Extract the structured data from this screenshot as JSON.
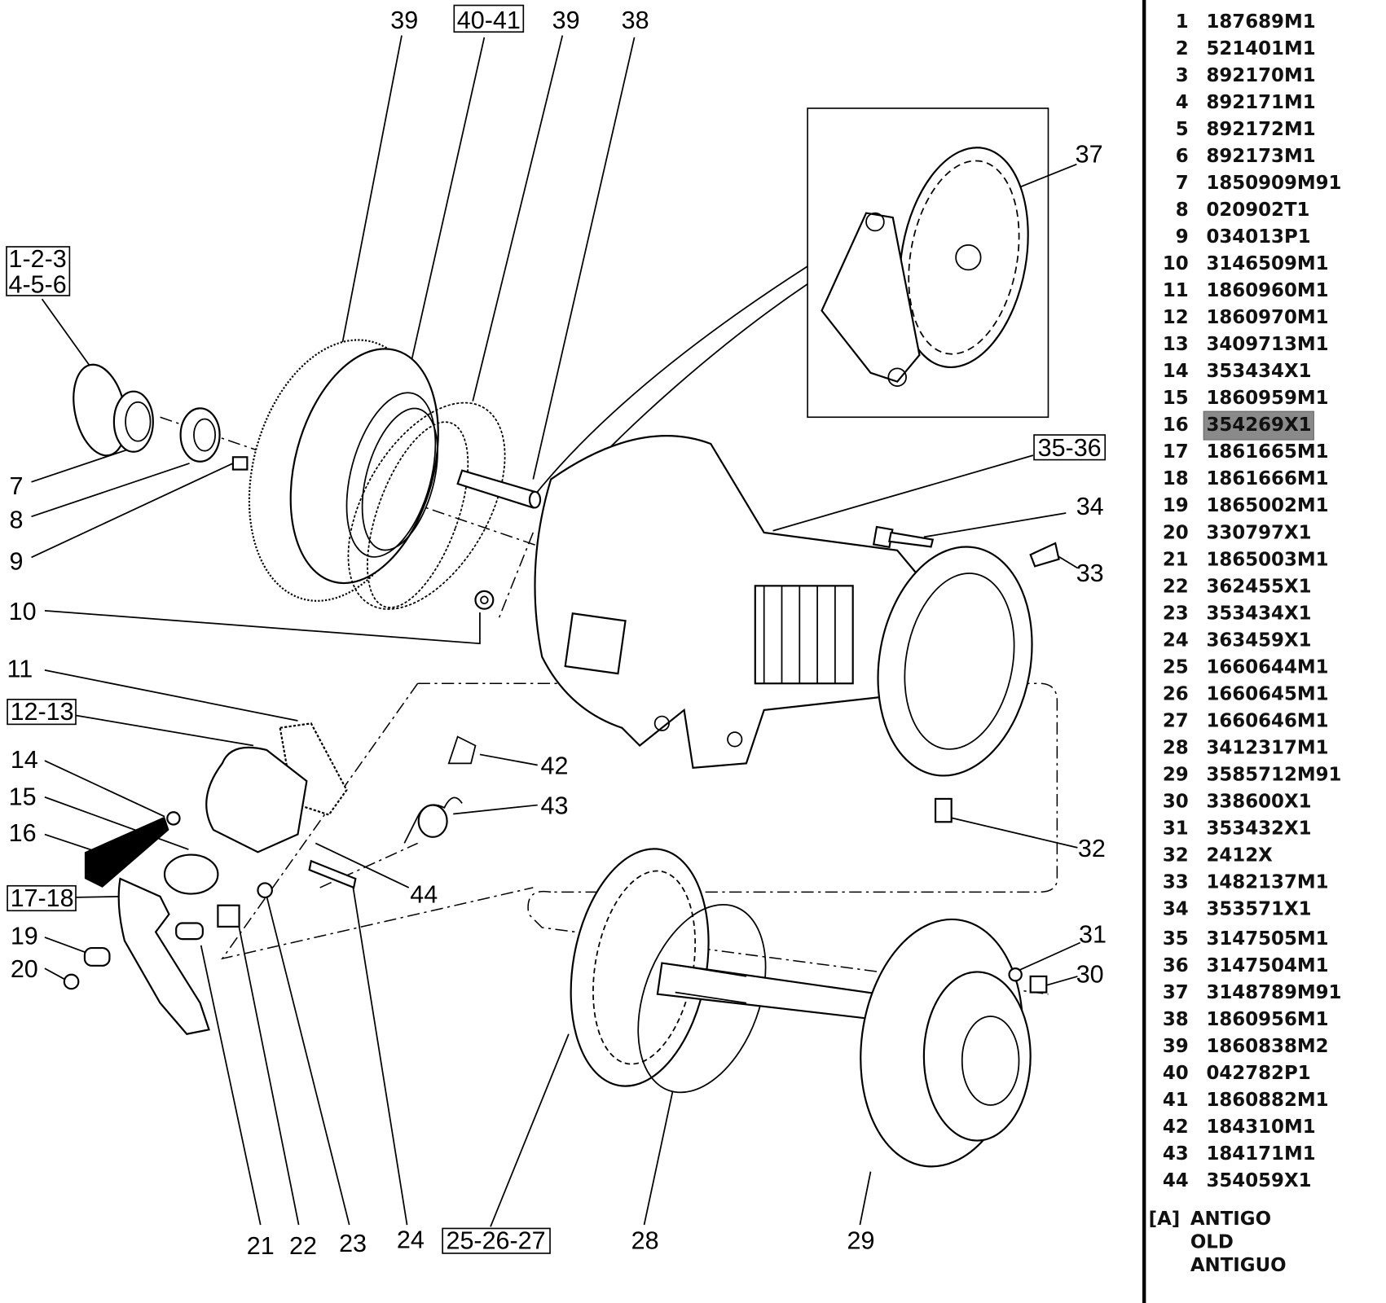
{
  "callouts": {
    "c39a": "39",
    "c40_41": "40-41",
    "c39b": "39",
    "c38": "38",
    "c37": "37",
    "c1_6a": "1-2-3",
    "c1_6b": "4-5-6",
    "c35_36": "35-36",
    "c34": "34",
    "c33": "33",
    "c7": "7",
    "c8": "8",
    "c9": "9",
    "c10": "10",
    "c11": "11",
    "c12_13": "12-13",
    "c14": "14",
    "c15": "15",
    "c16": "16",
    "c17_18": "17-18",
    "c19": "19",
    "c20": "20",
    "c42": "42",
    "c43": "43",
    "c44": "44",
    "c32": "32",
    "c31": "31",
    "c30": "30",
    "c21": "21",
    "c22": "22",
    "c23": "23",
    "c24": "24",
    "c25_27": "25-26-27",
    "c28": "28",
    "c29": "29"
  },
  "parts_list": [
    {
      "ref": "1",
      "part": "187689M1"
    },
    {
      "ref": "2",
      "part": "521401M1"
    },
    {
      "ref": "3",
      "part": "892170M1"
    },
    {
      "ref": "4",
      "part": "892171M1"
    },
    {
      "ref": "5",
      "part": "892172M1"
    },
    {
      "ref": "6",
      "part": "892173M1"
    },
    {
      "ref": "7",
      "part": "1850909M91"
    },
    {
      "ref": "8",
      "part": "020902T1"
    },
    {
      "ref": "9",
      "part": "034013P1"
    },
    {
      "ref": "10",
      "part": "3146509M1"
    },
    {
      "ref": "11",
      "part": "1860960M1"
    },
    {
      "ref": "12",
      "part": "1860970M1"
    },
    {
      "ref": "13",
      "part": "3409713M1"
    },
    {
      "ref": "14",
      "part": "353434X1"
    },
    {
      "ref": "15",
      "part": "1860959M1"
    },
    {
      "ref": "16",
      "part": "354269X1",
      "highlighted": true
    },
    {
      "ref": "17",
      "part": "1861665M1"
    },
    {
      "ref": "18",
      "part": "1861666M1"
    },
    {
      "ref": "19",
      "part": "1865002M1"
    },
    {
      "ref": "20",
      "part": "330797X1"
    },
    {
      "ref": "21",
      "part": "1865003M1"
    },
    {
      "ref": "22",
      "part": "362455X1"
    },
    {
      "ref": "23",
      "part": "353434X1"
    },
    {
      "ref": "24",
      "part": "363459X1"
    },
    {
      "ref": "25",
      "part": "1660644M1"
    },
    {
      "ref": "26",
      "part": "1660645M1"
    },
    {
      "ref": "27",
      "part": "1660646M1"
    },
    {
      "ref": "28",
      "part": "3412317M1"
    },
    {
      "ref": "29",
      "part": "3585712M91"
    },
    {
      "ref": "30",
      "part": "338600X1"
    },
    {
      "ref": "31",
      "part": "353432X1"
    },
    {
      "ref": "32",
      "part": "2412X"
    },
    {
      "ref": "33",
      "part": "1482137M1"
    },
    {
      "ref": "34",
      "part": "353571X1"
    },
    {
      "ref": "35",
      "part": "3147505M1"
    },
    {
      "ref": "36",
      "part": "3147504M1"
    },
    {
      "ref": "37",
      "part": "3148789M91"
    },
    {
      "ref": "38",
      "part": "1860956M1"
    },
    {
      "ref": "39",
      "part": "1860838M2"
    },
    {
      "ref": "40",
      "part": "042782P1"
    },
    {
      "ref": "41",
      "part": "1860882M1"
    },
    {
      "ref": "42",
      "part": "184310M1"
    },
    {
      "ref": "43",
      "part": "184171M1"
    },
    {
      "ref": "44",
      "part": "354059X1"
    }
  ],
  "legend": {
    "key": "[A]",
    "line1": "ANTIGO",
    "line2": "OLD",
    "line3": "ANTIGUO"
  },
  "colors": {
    "highlight": "#8a8a8a",
    "ink": "#000000"
  }
}
